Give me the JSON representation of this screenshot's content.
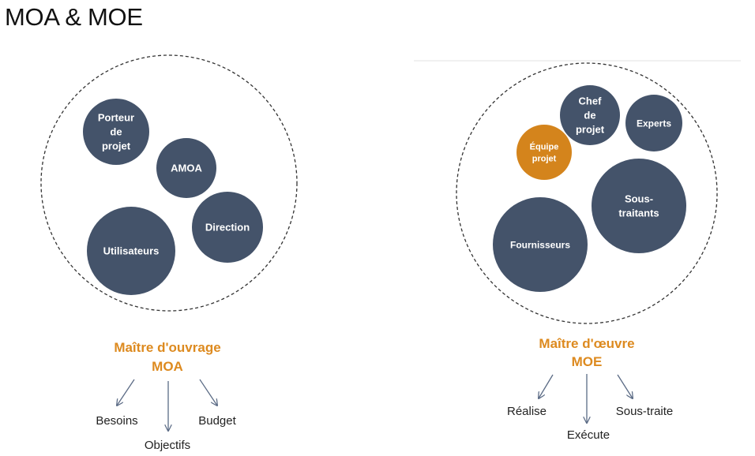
{
  "page": {
    "title": "MOA & MOE"
  },
  "colors": {
    "node_default": "#44536a",
    "node_highlight": "#d4841c",
    "group_title": "#dd8a1f",
    "arrow": "#5b6b85",
    "dashed_border": "#333333",
    "divider": "#e3e3e3"
  },
  "groups": [
    {
      "id": "moa",
      "title_lines": [
        "Maître d'ouvrage",
        "MOA"
      ],
      "nodes": [
        {
          "id": "porteur-de-projet",
          "label_lines": [
            "Porteur",
            "de",
            "projet"
          ],
          "highlight": false
        },
        {
          "id": "amoa",
          "label_lines": [
            "AMOA"
          ],
          "highlight": false
        },
        {
          "id": "direction",
          "label_lines": [
            "Direction"
          ],
          "highlight": false
        },
        {
          "id": "utilisateurs",
          "label_lines": [
            "Utilisateurs"
          ],
          "highlight": false
        }
      ],
      "outputs": [
        "Besoins",
        "Objectifs",
        "Budget"
      ]
    },
    {
      "id": "moe",
      "title_lines": [
        "Maître d'œuvre",
        "MOE"
      ],
      "nodes": [
        {
          "id": "chef-de-projet",
          "label_lines": [
            "Chef",
            "de",
            "projet"
          ],
          "highlight": false
        },
        {
          "id": "experts",
          "label_lines": [
            "Experts"
          ],
          "highlight": false
        },
        {
          "id": "equipe-projet",
          "label_lines": [
            "Équipe",
            "projet"
          ],
          "highlight": true
        },
        {
          "id": "sous-traitants",
          "label_lines": [
            "Sous-",
            "traitants"
          ],
          "highlight": false
        },
        {
          "id": "fournisseurs",
          "label_lines": [
            "Fournisseurs"
          ],
          "highlight": false
        }
      ],
      "outputs": [
        "Réalise",
        "Exécute",
        "Sous-traite"
      ]
    }
  ]
}
